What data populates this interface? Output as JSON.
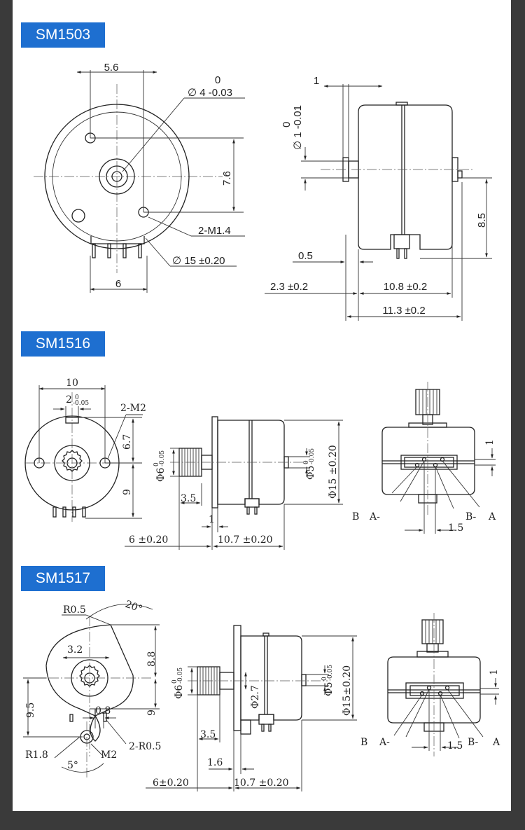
{
  "sections": [
    {
      "title": "SM1503"
    },
    {
      "title": "SM1516"
    },
    {
      "title": "SM1517"
    }
  ],
  "sm1503": {
    "front": {
      "d_top": "5.6",
      "shaft_tol_top": "0",
      "shaft": "∅ 4 -0.03",
      "h_right": "7.6",
      "screw": "2-M1.4",
      "body": "∅ 15 ±0.20",
      "d_bottom": "6"
    },
    "side": {
      "d_top": "1",
      "shaft_tol_top": "0",
      "shaft": "∅ 1 -0.01",
      "h_right": "8.5",
      "d_small": "0.5",
      "d_left": "2.3 ±0.2",
      "d_body": "10.8 ±0.2",
      "d_total": "11.3 ±0.2"
    }
  },
  "sm1516": {
    "front": {
      "d_top": "10",
      "tol_top": "0",
      "slot": "2",
      "tol_bottom": "-0.05",
      "screw": "2-M2",
      "h1": "6.7",
      "h2": "9"
    },
    "side": {
      "gear_d": "Φ6",
      "gear_tol_top": "0",
      "gear_tol_bottom": "-0.05",
      "boss_d": "Φ5",
      "boss_tol_top": "0",
      "boss_tol_bottom": "-0.05",
      "body_d": "Φ15 ±0.20",
      "gear_len": "3.5",
      "d_one": "1",
      "d_left": "6 ±0.20",
      "d_body": "10.7 ±0.20"
    },
    "rear": {
      "d_one": "1",
      "label_b": "B",
      "label_a_minus": "A-",
      "label_b_minus": "B-",
      "label_a": "A",
      "pitch": "1.5"
    }
  },
  "sm1517": {
    "front": {
      "r_top": "R0.5",
      "angle_top": "20°",
      "d_mid": "3.2",
      "h_right1": "8.8",
      "h_left": "9.5",
      "h_right2": "9",
      "d_small": "0.8",
      "r_left": "R1.8",
      "screw": "M2",
      "r_right": "2-R0.5",
      "angle_bottom": "5°"
    },
    "side": {
      "gear_d": "Φ6",
      "gear_tol_top": "0",
      "gear_tol_bottom": "-0.05",
      "boss_d": "Φ5",
      "boss_tol_top": "0",
      "boss_tol_bottom": "-0.05",
      "inner_d": "Φ2.7",
      "body_d": "Φ15±0.20",
      "gear_len": "3.5",
      "d_flange": "1.6",
      "d_left": "6±0.20",
      "d_body": "10.7 ±0.20"
    },
    "rear": {
      "d_one": "1",
      "label_b": "B",
      "label_a_minus": "A-",
      "label_b_minus": "B-",
      "label_a": "A",
      "pitch": "1.5"
    }
  }
}
